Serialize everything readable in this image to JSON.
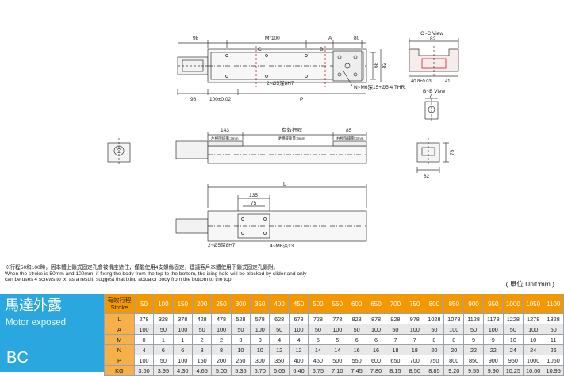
{
  "drawing": {
    "top": {
      "dim_98_left": "98",
      "dim_pitch": "M*100",
      "dim_A": "A",
      "dim_80": "80",
      "label_C": "C",
      "label_B": "B",
      "dim_68": "68",
      "dim_82": "82",
      "hole_note": "2~Ø5深8H7",
      "thread_note": "N~M6深15+Ø5.4 THR.",
      "dim_98_bottom": "98",
      "dim_100_tol": "100±0.02",
      "dim_P": "P"
    },
    "cc_view": {
      "title": "C~C View",
      "dim_82": "82",
      "dim_40": "40.8±0.03",
      "dim_41": "41"
    },
    "bb_view": {
      "title": "B~B View",
      "dim_7": "7"
    },
    "side": {
      "dim_143": "143",
      "effective_stroke": "有效行程",
      "dim_85": "85",
      "left_margin_note": "左極限緩衝:3mm",
      "hard_stop_note": "硬體緩衝量:6mm",
      "right_margin_note": "右極限緩衝:3mm",
      "dim_78": "78",
      "dim_82": "82"
    },
    "bottom": {
      "dim_L": "L",
      "dim_135": "135",
      "dim_75": "75",
      "hole_note": "2~Ø5深8H7",
      "thread_note": "4~M6深13"
    }
  },
  "notes": {
    "line1": "※行程50和100時，因本體上鎖式固定孔會被滑座遮住，僅能使用4支螺絲固定，建議客戶本體使用下鎖式固定孔鎖附。",
    "line2": "When the stroke is 50mm and 100mm, if fixing the body from the top to the bottom, the ixing hole will be blocked by slider and only",
    "line3": "can be uses 4 screws to ix; as a result, suggest that ixing actuator body from the bottom to the top."
  },
  "unit_label": "( 單位 Unit:mm )",
  "side_panel": {
    "title": "馬達外露",
    "subtitle": "Motor exposed",
    "code": "BC"
  },
  "table": {
    "header_label_zh": "有效行程",
    "header_label_en": "Stroke",
    "strokes": [
      "50",
      "100",
      "150",
      "200",
      "250",
      "300",
      "350",
      "400",
      "450",
      "500",
      "550",
      "600",
      "650",
      "700",
      "750",
      "800",
      "850",
      "900",
      "950",
      "1000",
      "1050",
      "1100"
    ],
    "rows": [
      {
        "label": "L",
        "values": [
          "278",
          "328",
          "378",
          "428",
          "478",
          "528",
          "578",
          "628",
          "678",
          "728",
          "778",
          "828",
          "878",
          "928",
          "978",
          "1028",
          "1078",
          "1128",
          "1178",
          "1228",
          "1278",
          "1328"
        ]
      },
      {
        "label": "A",
        "values": [
          "100",
          "50",
          "100",
          "50",
          "100",
          "50",
          "100",
          "50",
          "100",
          "50",
          "100",
          "50",
          "100",
          "50",
          "100",
          "50",
          "100",
          "50",
          "100",
          "50",
          "100",
          "50"
        ]
      },
      {
        "label": "M",
        "values": [
          "0",
          "1",
          "1",
          "2",
          "2",
          "3",
          "3",
          "4",
          "4",
          "5",
          "5",
          "6",
          "6",
          "7",
          "7",
          "8",
          "8",
          "9",
          "9",
          "10",
          "10",
          "11"
        ]
      },
      {
        "label": "N",
        "values": [
          "4",
          "6",
          "6",
          "8",
          "8",
          "10",
          "10",
          "12",
          "12",
          "14",
          "14",
          "16",
          "16",
          "18",
          "18",
          "20",
          "20",
          "22",
          "22",
          "24",
          "24",
          "26"
        ]
      },
      {
        "label": "P",
        "values": [
          "100",
          "50",
          "100",
          "150",
          "200",
          "250",
          "300",
          "350",
          "400",
          "450",
          "500",
          "550",
          "600",
          "650",
          "700",
          "750",
          "800",
          "850",
          "900",
          "950",
          "1000",
          "1050"
        ]
      },
      {
        "label": "KG",
        "values": [
          "3.60",
          "3.95",
          "4.30",
          "4.65",
          "5.00",
          "5.35",
          "5.70",
          "6.05",
          "6.40",
          "6.75",
          "7.10",
          "7.45",
          "7.80",
          "8.15",
          "8.50",
          "8.85",
          "9.20",
          "9.55",
          "9.90",
          "10.25",
          "10.60",
          "10.95"
        ]
      }
    ]
  },
  "colors": {
    "header_orange": "#f39800",
    "label_orange": "#f6b04a",
    "panel_blue": "#2aa7df",
    "row_grey": "#e8e8e8"
  }
}
